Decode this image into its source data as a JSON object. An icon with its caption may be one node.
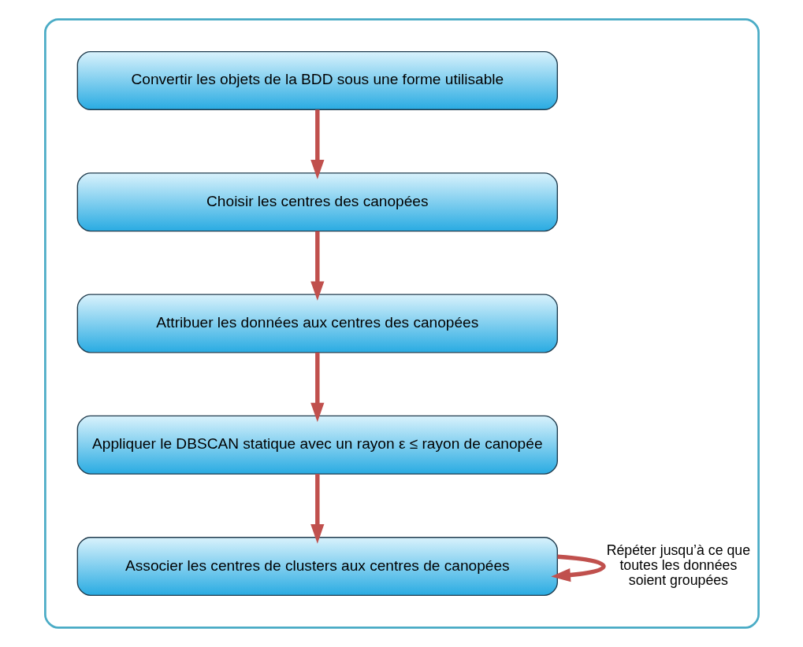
{
  "diagram": {
    "nodes": [
      {
        "text": [],
        "shape": "box"
      },
      {
        "text": [
          "Convertir les objets de la BDD sous une forme utilisable"
        ],
        "in": 0
      },
      {
        "text": [
          "Choisir les centres des canopées"
        ],
        "in": 0
      },
      {
        "text": [
          "Attribuer les données aux centres des canopées"
        ],
        "in": 0
      },
      {
        "text": [
          "Appliquer le DBSCAN statique avec un rayon ε ≤ rayon de canopée"
        ],
        "in": 0
      },
      {
        "text": [
          "Associer les centres de clusters aux centres de canopées"
        ],
        "in": 0
      }
    ],
    "edges": [
      {
        "from": 1,
        "to": 2,
        "arrow": "to"
      },
      {
        "from": 2,
        "to": 3,
        "arrow": "to"
      },
      {
        "from": 3,
        "to": 4,
        "arrow": "to"
      },
      {
        "from": 4,
        "to": 5,
        "arrow": "to"
      },
      {
        "from": 5,
        "to": 5,
        "arrow": "to",
        "label": "Répéter jusqu’à ce que toutes les données soient groupées"
      }
    ]
  }
}
